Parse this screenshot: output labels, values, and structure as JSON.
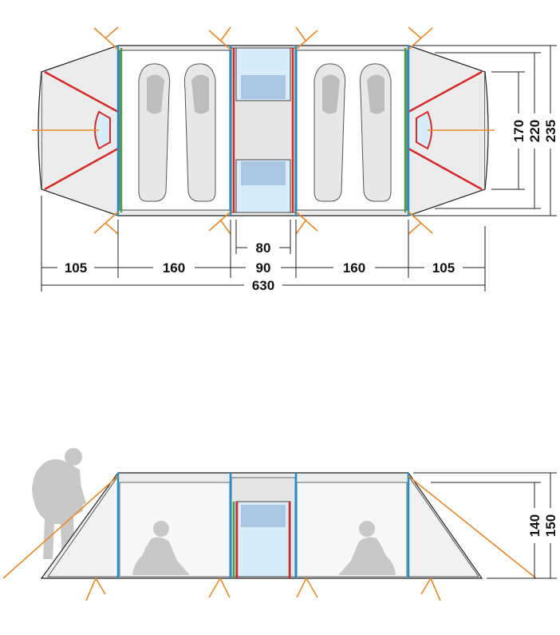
{
  "plan_view": {
    "dims": {
      "left_vestibule": "105",
      "left_bedroom": "160",
      "center_living": "90",
      "center_door": "80",
      "right_bedroom": "160",
      "right_vestibule": "105",
      "total_length": "630",
      "inner_width": "170",
      "bedroom_width": "220",
      "total_width": "235"
    }
  },
  "side_view": {
    "dims": {
      "inner_height": "140",
      "total_height": "150"
    }
  },
  "colors": {
    "outline": "#222222",
    "fill": "#ececec",
    "pole_red": "#d42a2a",
    "pole_blue": "#1e8fc8",
    "pole_green": "#4aa04a",
    "guy_line": "#e8892a",
    "window": "#a9c6e2",
    "door": "#d8ecfa"
  }
}
